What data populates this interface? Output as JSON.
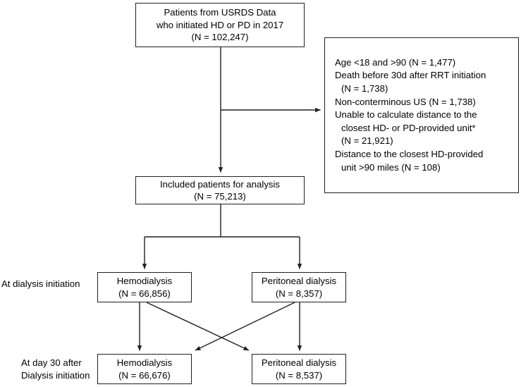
{
  "figure": {
    "type": "flowchart",
    "title": "Patient selection flow diagram",
    "stroke_color": "#231f20",
    "background_color": "#ffffff"
  },
  "nodes": {
    "source": {
      "lines": [
        "Patients from USRDS Data",
        "who initiated HD or PD in 2017",
        "(N = 102,247)"
      ]
    },
    "included": {
      "lines": [
        "Included patients for analysis",
        "(N = 75,213)"
      ]
    },
    "init_hd": {
      "lines": [
        "Hemodialysis",
        "(N = 66,856)"
      ]
    },
    "init_pd": {
      "lines": [
        "Peritoneal dialysis",
        "(N = 8,357)"
      ]
    },
    "day30_hd": {
      "lines": [
        "Hemodialysis",
        "(N = 66,676)"
      ]
    },
    "day30_pd": {
      "lines": [
        "Peritoneal dialysis",
        "(N = 8,537)"
      ]
    }
  },
  "exclusions": {
    "items": [
      {
        "main": "Age <18 and >90 (N = 1,477)",
        "cont": []
      },
      {
        "main": "Death before 30d after RRT initiation",
        "cont": [
          "(N = 1,738)"
        ]
      },
      {
        "main": "Non-conterminous US (N = 1,738)",
        "cont": []
      },
      {
        "main": "Unable to calculate distance to the",
        "cont": [
          "closest HD- or PD-provided unit*",
          "(N = 21,921)"
        ]
      },
      {
        "main": "Distance to the closest HD-provided",
        "cont": [
          "unit >90 miles (N = 108)"
        ]
      }
    ]
  },
  "row_labels": {
    "initiation": {
      "line1": "At dialysis initiation",
      "line2": ""
    },
    "day30": {
      "line1": "At day 30 after",
      "line2": "Dialysis initiation"
    }
  }
}
